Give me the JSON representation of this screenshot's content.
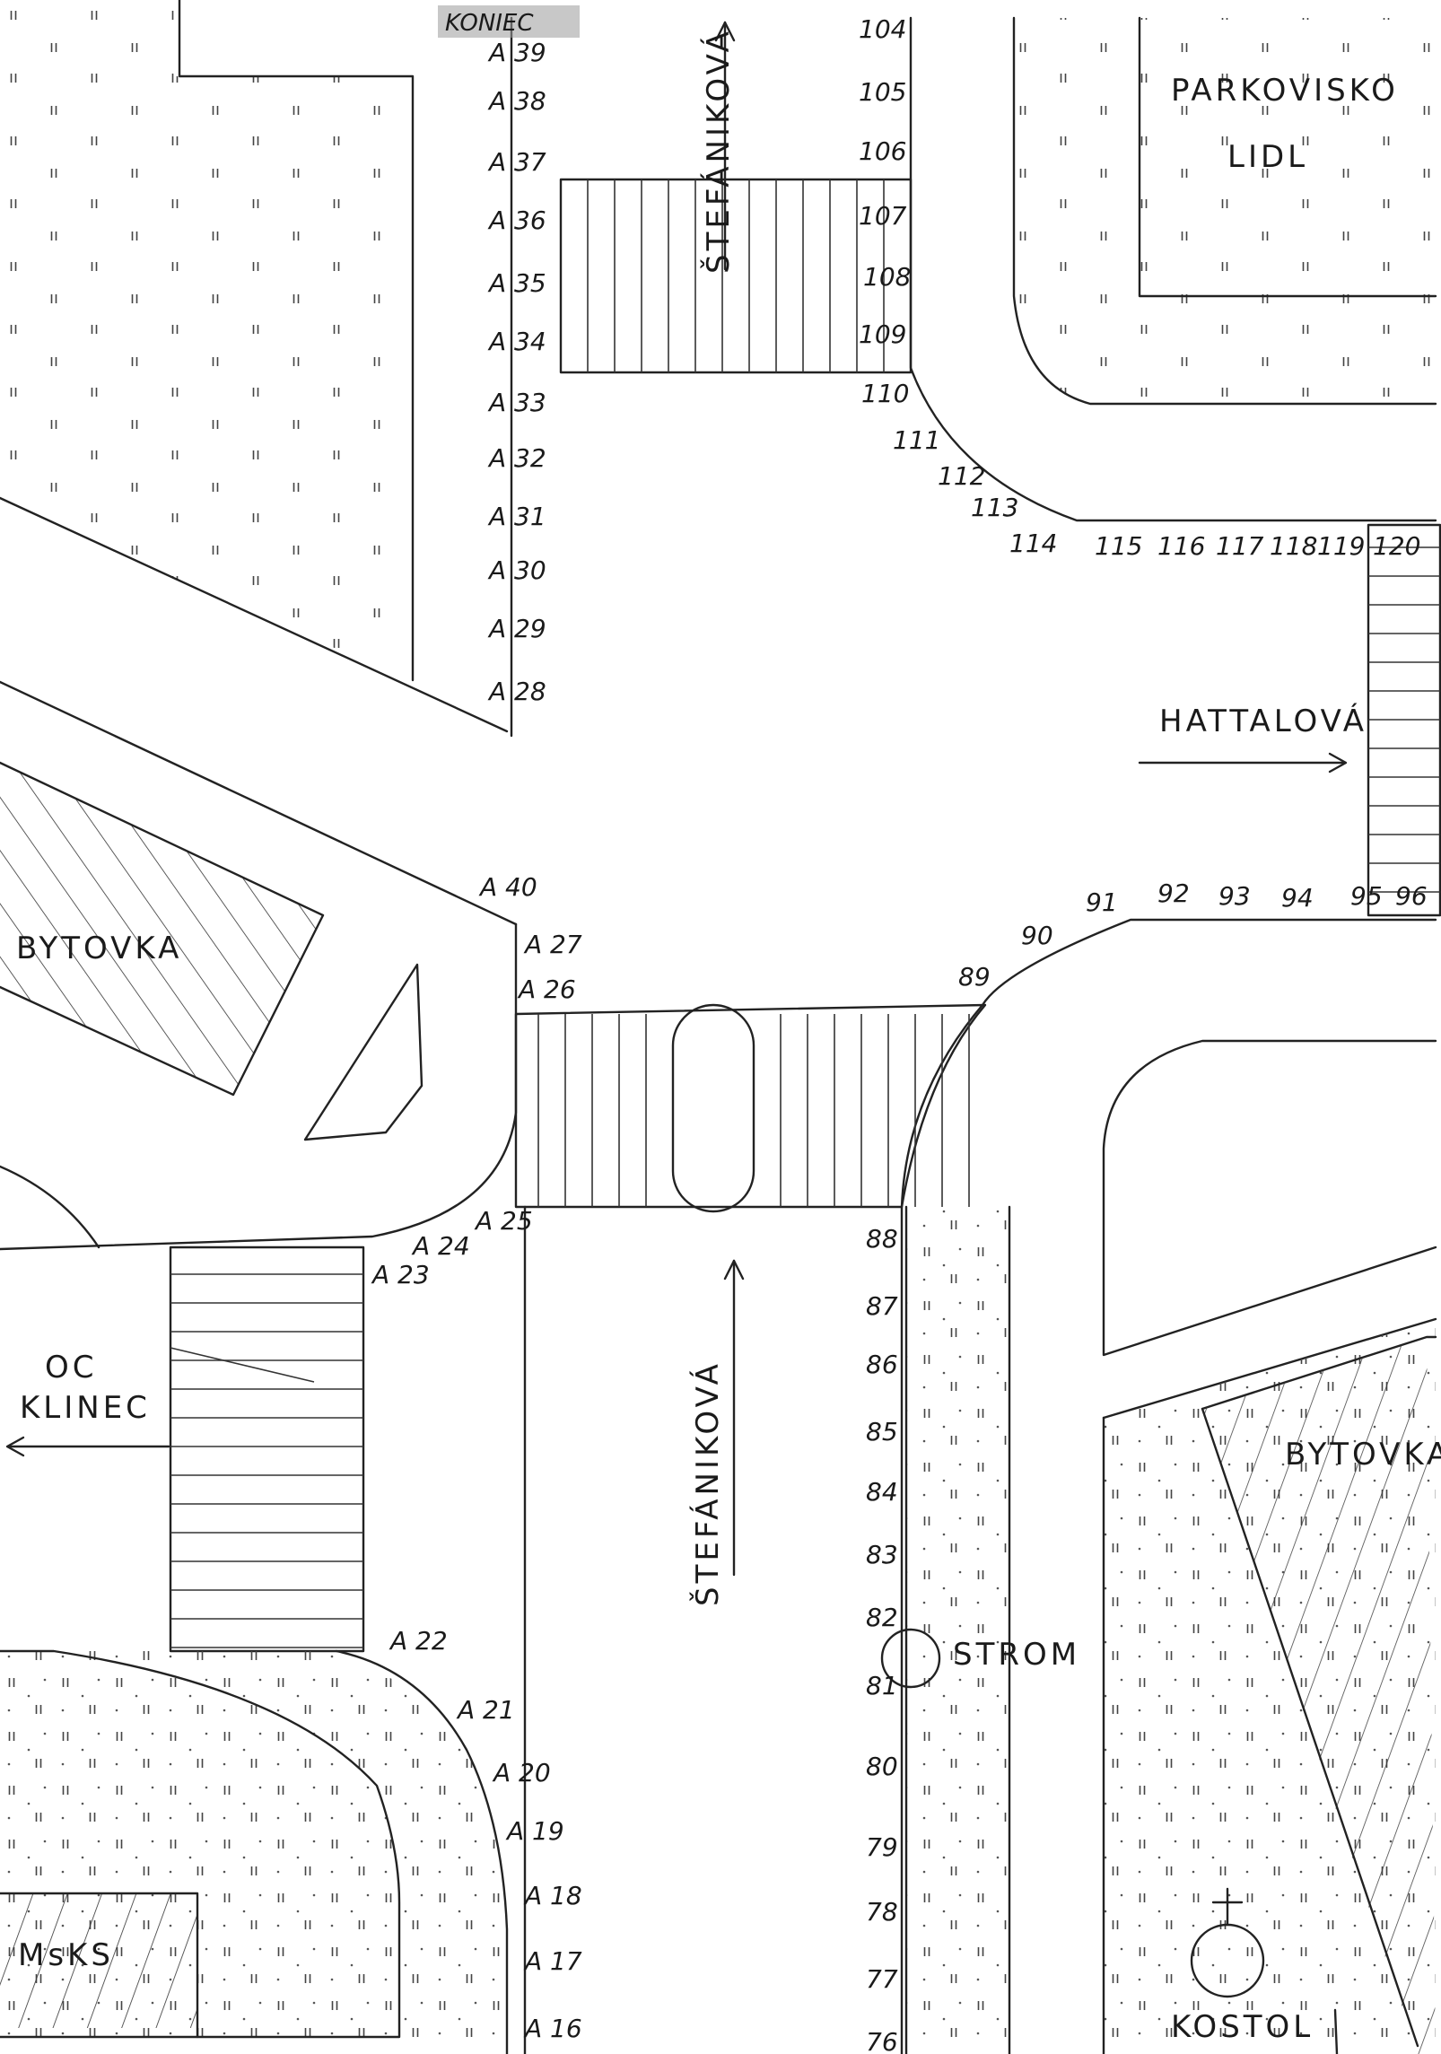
{
  "sheet": {
    "end_label": "KONIEC",
    "streets": {
      "stefanikova": "ŠTEFÁNIKOVÁ",
      "hattalova": "HATTALOVÁ"
    },
    "places": {
      "parking": [
        "PARKOVISKO",
        "LIDL"
      ],
      "bytovka_left": "BYTOVKA",
      "bytovka_right": "BYTOVKA",
      "oc_klinec": [
        "OC",
        "KLINEC"
      ],
      "msks": "MsKS",
      "strom": "STROM",
      "kostol": "KOSTOL"
    },
    "numbers": {
      "left_north_column": [
        "A 39",
        "A 38",
        "A 37",
        "A 36",
        "A 35",
        "A 34",
        "A 33",
        "A 32",
        "A 31",
        "A 30",
        "A 29",
        "A 28"
      ],
      "right_north_column": [
        "104",
        "105",
        "106",
        "107",
        "108",
        "109",
        "110",
        "111",
        "112",
        "113",
        "114"
      ],
      "hattalova_row": [
        "115",
        "116",
        "117",
        "118",
        "119",
        "120"
      ],
      "south_curve_row": [
        "89",
        "90",
        "91",
        "92",
        "93",
        "94",
        "95",
        "96"
      ],
      "west_corner": [
        "A 40",
        "A 27",
        "A 26",
        "A 25",
        "A 24",
        "A 23",
        "A 22",
        "A 21",
        "A 20",
        "A 19",
        "A 18",
        "A 17",
        "A 16"
      ],
      "east_south_column": [
        "88",
        "87",
        "86",
        "85",
        "84",
        "83",
        "82",
        "81",
        "80",
        "79",
        "78",
        "77",
        "76"
      ]
    },
    "icons": {
      "tree": "tree-icon",
      "church": "cross-icon"
    }
  }
}
